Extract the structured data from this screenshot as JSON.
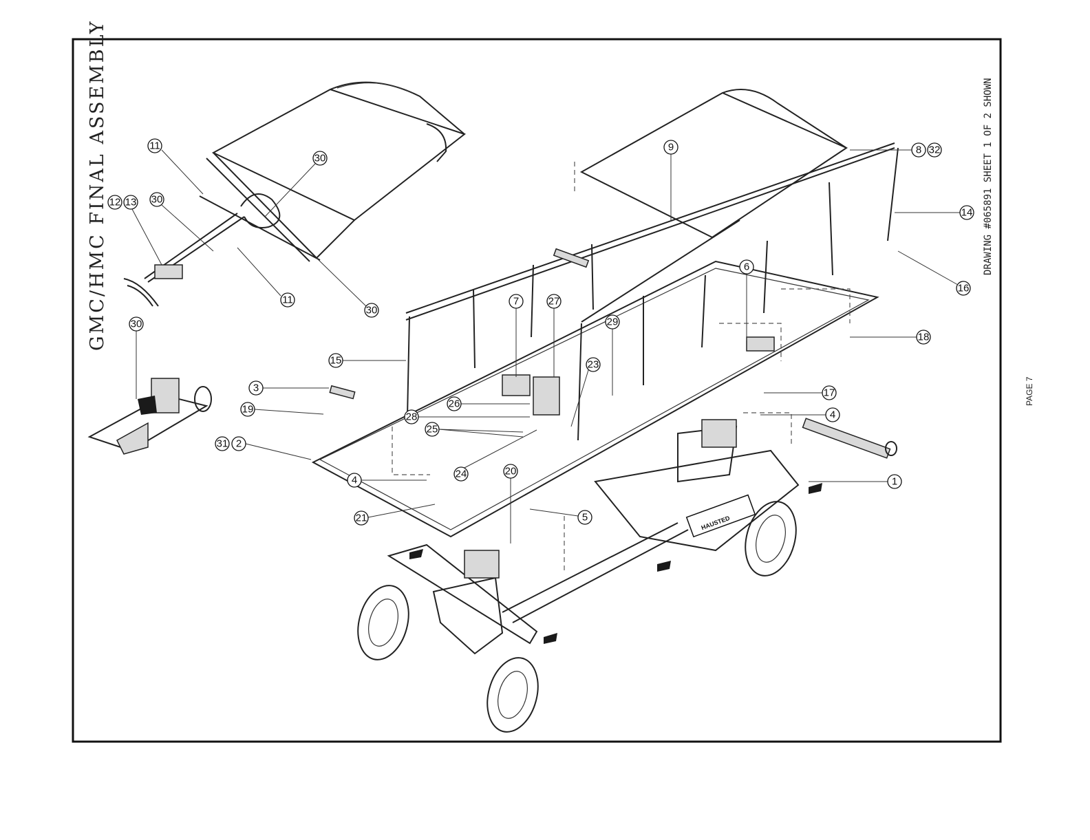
{
  "title": "GMC/HMC FINAL ASSEMBLY",
  "drawing_note": "DRAWING #065891 SHEET 1 OF 2 SHOWN",
  "page_label": "PAGE 7",
  "brand_label": "HAUSTED",
  "callouts": [
    {
      "id": "c1",
      "label": "1"
    },
    {
      "id": "c2",
      "label": "2"
    },
    {
      "id": "c3",
      "label": "3"
    },
    {
      "id": "c4a",
      "label": "4"
    },
    {
      "id": "c4b",
      "label": "4"
    },
    {
      "id": "c5",
      "label": "5"
    },
    {
      "id": "c6",
      "label": "6"
    },
    {
      "id": "c7",
      "label": "7"
    },
    {
      "id": "c8",
      "label": "8"
    },
    {
      "id": "c9",
      "label": "9"
    },
    {
      "id": "c11a",
      "label": "11"
    },
    {
      "id": "c11b",
      "label": "11"
    },
    {
      "id": "c12",
      "label": "12"
    },
    {
      "id": "c13",
      "label": "13"
    },
    {
      "id": "c14",
      "label": "14"
    },
    {
      "id": "c15",
      "label": "15"
    },
    {
      "id": "c16",
      "label": "16"
    },
    {
      "id": "c17",
      "label": "17"
    },
    {
      "id": "c18",
      "label": "18"
    },
    {
      "id": "c19",
      "label": "19"
    },
    {
      "id": "c20",
      "label": "20"
    },
    {
      "id": "c21",
      "label": "21"
    },
    {
      "id": "c23",
      "label": "23"
    },
    {
      "id": "c24",
      "label": "24"
    },
    {
      "id": "c25",
      "label": "25"
    },
    {
      "id": "c26",
      "label": "26"
    },
    {
      "id": "c27",
      "label": "27"
    },
    {
      "id": "c28",
      "label": "28"
    },
    {
      "id": "c29",
      "label": "29"
    },
    {
      "id": "c30a",
      "label": "30"
    },
    {
      "id": "c30b",
      "label": "30"
    },
    {
      "id": "c30c",
      "label": "30"
    },
    {
      "id": "c30d",
      "label": "30"
    },
    {
      "id": "c31",
      "label": "31"
    },
    {
      "id": "c32",
      "label": "32"
    }
  ]
}
